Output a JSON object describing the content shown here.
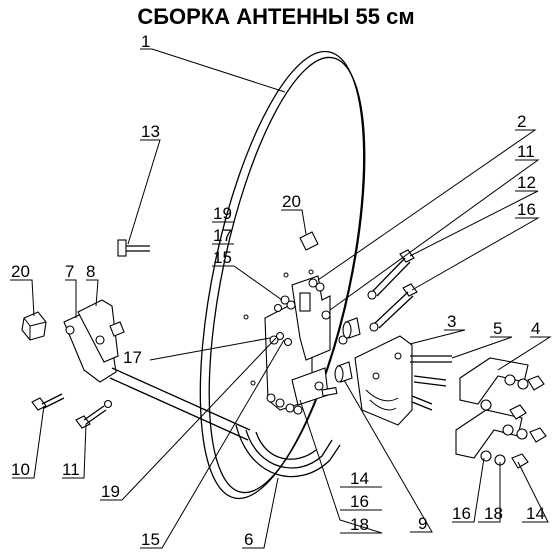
{
  "title": "СБОРКА АНТЕННЫ 55 см",
  "callouts": {
    "c1": "1",
    "c2": "2",
    "c11a": "11",
    "c12": "12",
    "c16a": "16",
    "c13": "13",
    "c20a": "20",
    "c19a": "19",
    "c17a": "17",
    "c15a": "15",
    "c20b": "20",
    "c7": "7",
    "c8": "8",
    "c3": "3",
    "c5": "5",
    "c4": "4",
    "c17b": "17",
    "c10": "10",
    "c11b": "11",
    "c19b": "19",
    "c14a": "14",
    "c16b": "16",
    "c18a": "18",
    "c15b": "15",
    "c6": "6",
    "c9": "9",
    "c16c": "16",
    "c18b": "18",
    "c14b": "14"
  }
}
